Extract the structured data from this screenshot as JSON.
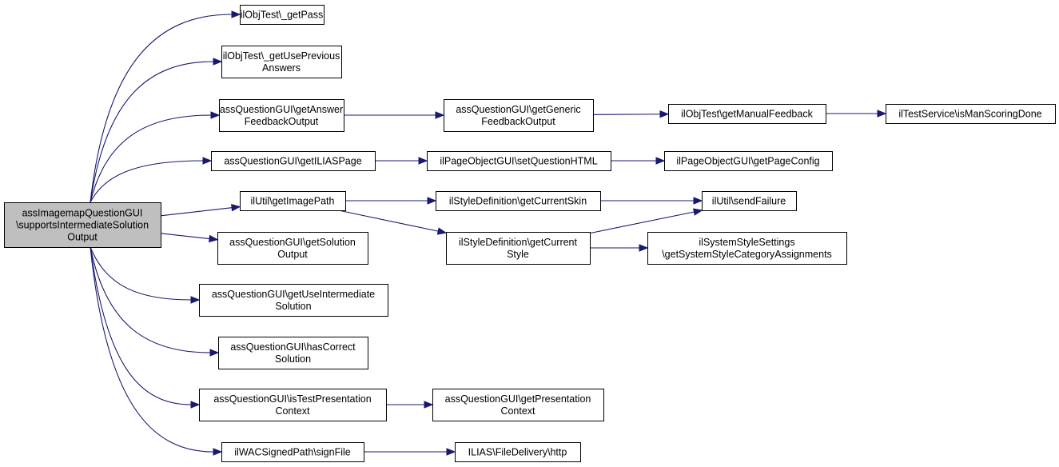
{
  "graph": {
    "nodes": [
      {
        "id": "root",
        "lines": [
          "assImagemapQuestionGUI",
          "\\supportsIntermediateSolution",
          "Output"
        ],
        "highlighted": true
      },
      {
        "id": "getPass",
        "lines": [
          "ilObjTest\\_getPass"
        ]
      },
      {
        "id": "getUsePrev",
        "lines": [
          "ilObjTest\\_getUsePrevious",
          "Answers"
        ]
      },
      {
        "id": "getAnswerFb",
        "lines": [
          "assQuestionGUI\\getAnswer",
          "FeedbackOutput"
        ]
      },
      {
        "id": "getGenericFb",
        "lines": [
          "assQuestionGUI\\getGeneric",
          "FeedbackOutput"
        ]
      },
      {
        "id": "getManualFb",
        "lines": [
          "ilObjTest\\getManualFeedback"
        ]
      },
      {
        "id": "isManScoring",
        "lines": [
          "ilTestService\\isManScoringDone"
        ]
      },
      {
        "id": "getIliasPage",
        "lines": [
          "assQuestionGUI\\getILIASPage"
        ]
      },
      {
        "id": "setQuestionHtml",
        "lines": [
          "ilPageObjectGUI\\setQuestionHTML"
        ]
      },
      {
        "id": "getPageConfig",
        "lines": [
          "ilPageObjectGUI\\getPageConfig"
        ]
      },
      {
        "id": "getImagePath",
        "lines": [
          "ilUtil\\getImagePath"
        ]
      },
      {
        "id": "getCurrentSkin",
        "lines": [
          "ilStyleDefinition\\getCurrentSkin"
        ]
      },
      {
        "id": "sendFailure",
        "lines": [
          "ilUtil\\sendFailure"
        ]
      },
      {
        "id": "getCurrentStyle",
        "lines": [
          "ilStyleDefinition\\getCurrent",
          "Style"
        ]
      },
      {
        "id": "getSysStyleCat",
        "lines": [
          "ilSystemStyleSettings",
          "\\getSystemStyleCategoryAssignments"
        ]
      },
      {
        "id": "getSolutionOut",
        "lines": [
          "assQuestionGUI\\getSolution",
          "Output"
        ]
      },
      {
        "id": "getUseInterSol",
        "lines": [
          "assQuestionGUI\\getUseIntermediate",
          "Solution"
        ]
      },
      {
        "id": "hasCorrectSol",
        "lines": [
          "assQuestionGUI\\hasCorrect",
          "Solution"
        ]
      },
      {
        "id": "isTestPresCtx",
        "lines": [
          "assQuestionGUI\\isTestPresentation",
          "Context"
        ]
      },
      {
        "id": "getPresCtx",
        "lines": [
          "assQuestionGUI\\getPresentation",
          "Context"
        ]
      },
      {
        "id": "signFile",
        "lines": [
          "ilWACSignedPath\\signFile"
        ]
      },
      {
        "id": "fileDeliveryHttp",
        "lines": [
          "ILIAS\\FileDelivery\\http"
        ]
      }
    ],
    "edges": [
      [
        "root",
        "getPass"
      ],
      [
        "root",
        "getUsePrev"
      ],
      [
        "root",
        "getAnswerFb"
      ],
      [
        "root",
        "getIliasPage"
      ],
      [
        "root",
        "getImagePath"
      ],
      [
        "root",
        "getSolutionOut"
      ],
      [
        "root",
        "getUseInterSol"
      ],
      [
        "root",
        "hasCorrectSol"
      ],
      [
        "root",
        "isTestPresCtx"
      ],
      [
        "root",
        "signFile"
      ],
      [
        "getAnswerFb",
        "getGenericFb"
      ],
      [
        "getGenericFb",
        "getManualFb"
      ],
      [
        "getManualFb",
        "isManScoring"
      ],
      [
        "getIliasPage",
        "setQuestionHtml"
      ],
      [
        "setQuestionHtml",
        "getPageConfig"
      ],
      [
        "getImagePath",
        "getCurrentSkin"
      ],
      [
        "getImagePath",
        "getCurrentStyle"
      ],
      [
        "getCurrentSkin",
        "sendFailure"
      ],
      [
        "getCurrentStyle",
        "sendFailure"
      ],
      [
        "getCurrentStyle",
        "getSysStyleCat"
      ],
      [
        "isTestPresCtx",
        "getPresCtx"
      ],
      [
        "signFile",
        "fileDeliveryHttp"
      ]
    ]
  }
}
